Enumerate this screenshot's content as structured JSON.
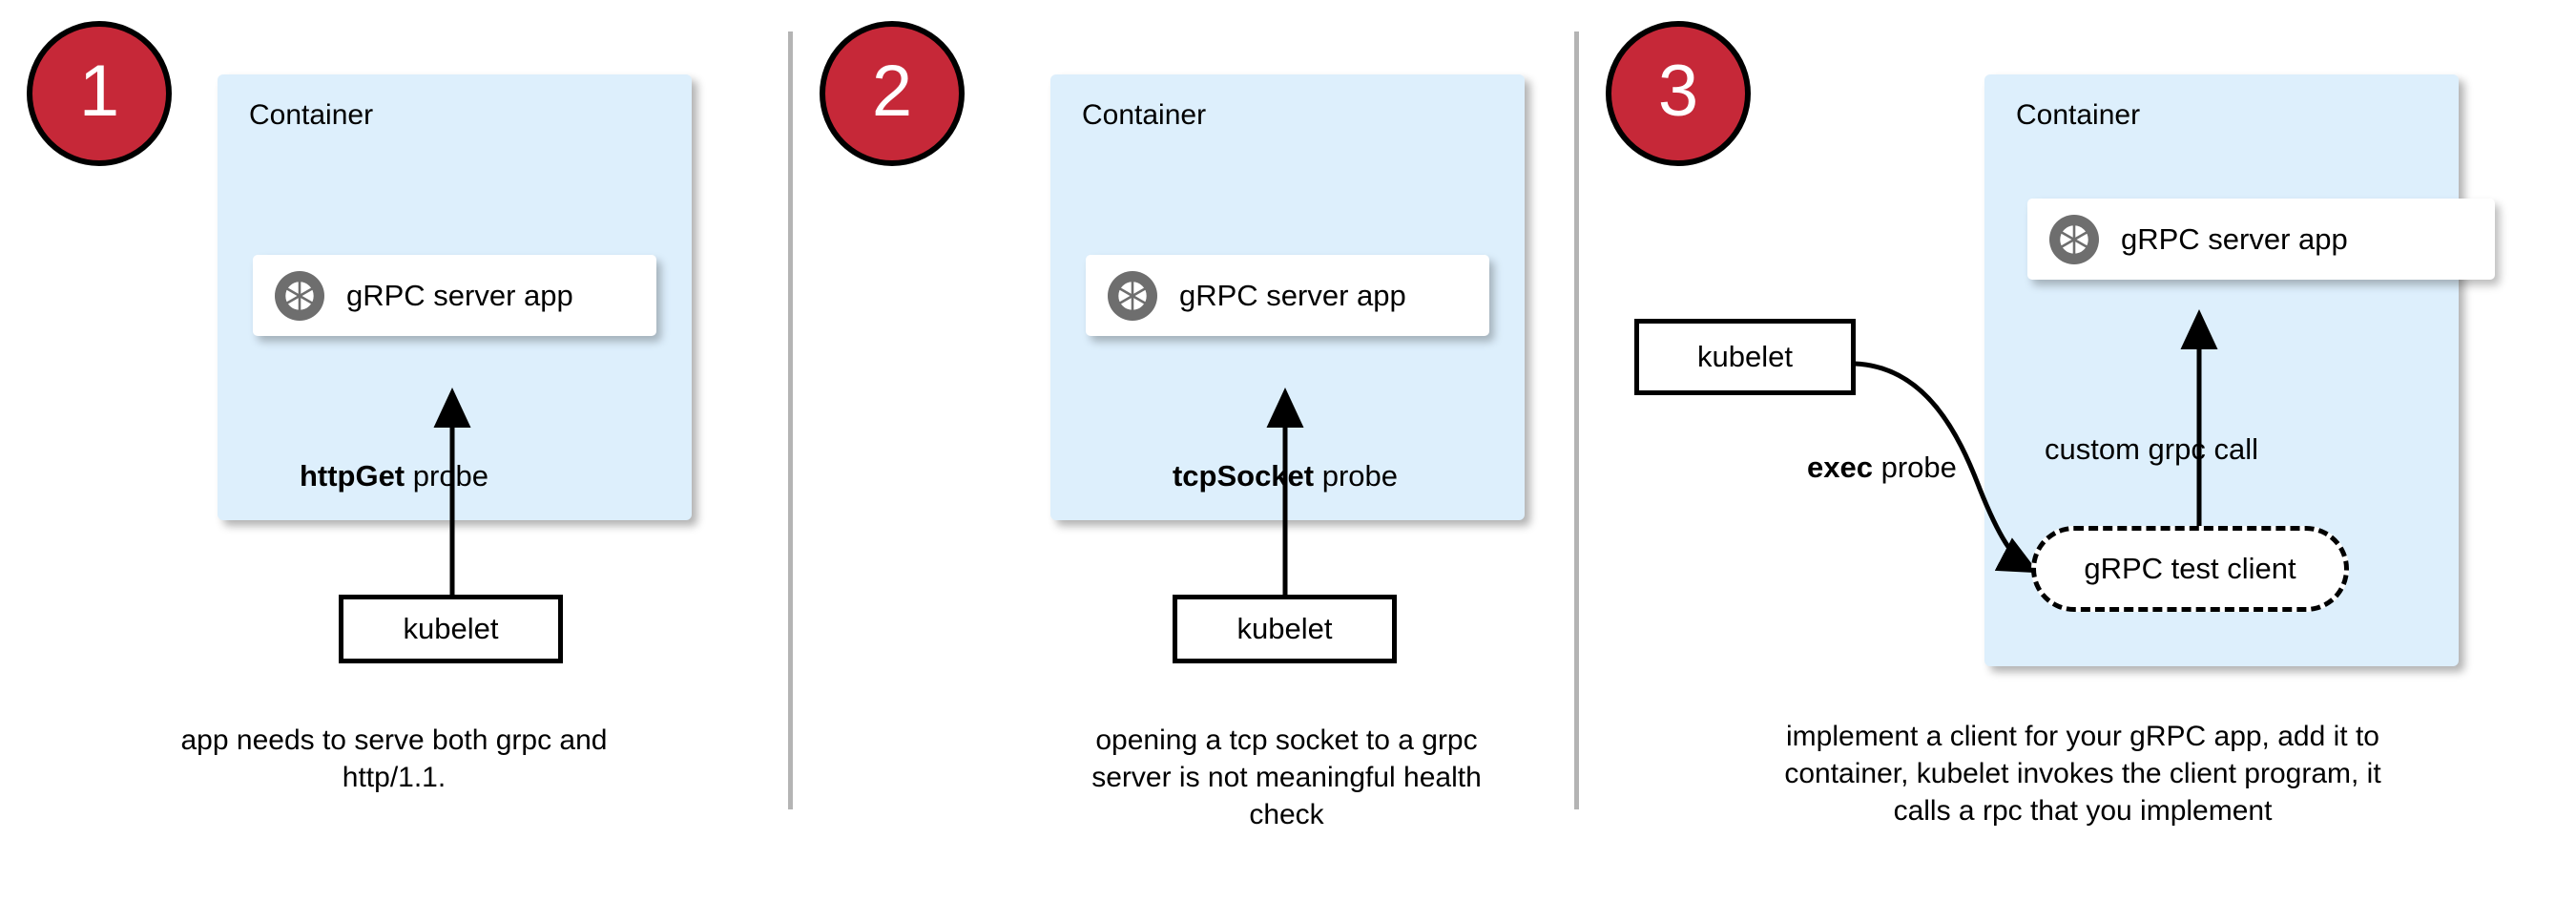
{
  "diagram": {
    "title": "gRPC health probe approaches",
    "accent_badge_color": "#c62838",
    "container_fill": "#ddeffc",
    "divider_color": "#b4b4b4",
    "icon_color": "#6e6e6e"
  },
  "panels": [
    {
      "number": "1",
      "container_label": "Container",
      "app_label": "gRPC server app",
      "app_icon": "grpc-aperture-icon",
      "probe_label_bold": "httpGet",
      "probe_label_rest": " probe",
      "kubelet_label": "kubelet",
      "caption": "app needs to serve both grpc and http/1.1."
    },
    {
      "number": "2",
      "container_label": "Container",
      "app_label": "gRPC server app",
      "app_icon": "grpc-aperture-icon",
      "probe_label_bold": "tcpSocket",
      "probe_label_rest": " probe",
      "kubelet_label": "kubelet",
      "caption": "opening a tcp socket to a grpc server is not meaningful health check"
    },
    {
      "number": "3",
      "container_label": "Container",
      "app_label": "gRPC server app",
      "app_icon": "grpc-aperture-icon",
      "probe_label_bold": "exec",
      "probe_label_rest": " probe",
      "kubelet_label": "kubelet",
      "test_client_label": "gRPC test client",
      "custom_call_label": "custom grpc call",
      "caption": "implement a client for your gRPC app, add it to container, kubelet invokes the client program, it calls a rpc that you implement"
    }
  ]
}
